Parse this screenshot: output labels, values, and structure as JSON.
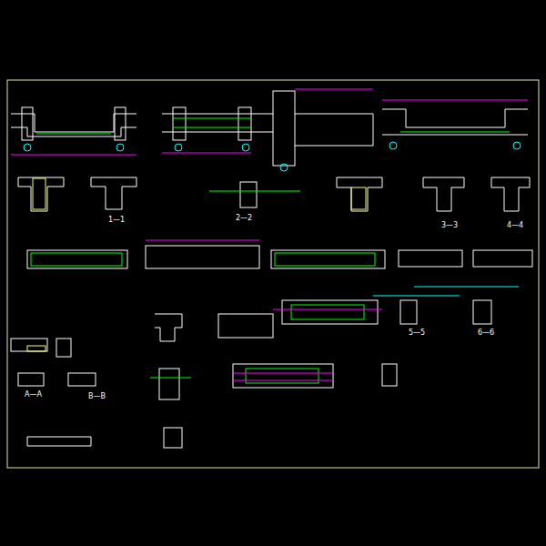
{
  "diagram": {
    "labels": [
      "1—1",
      "2—2",
      "3—3",
      "4—4",
      "5—5",
      "6—6",
      "A—A",
      "B—B"
    ]
  }
}
